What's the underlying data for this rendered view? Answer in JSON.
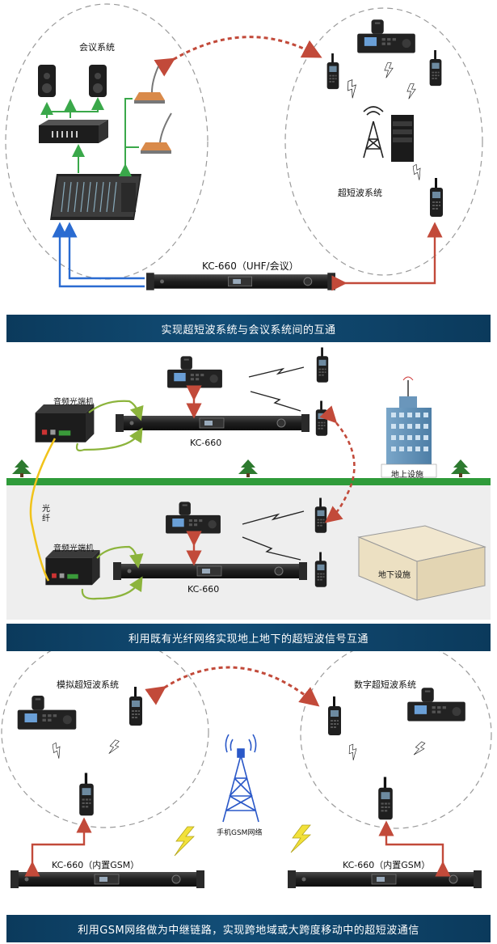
{
  "section1": {
    "meeting_label": "会议系统",
    "vhf_label": "超短波系统",
    "device_label": "KC-660（UHF/会议）",
    "banner": "实现超短波系统与会议系统间的互通"
  },
  "section2": {
    "converter_label_top": "音频光端机",
    "converter_label_bottom": "音频光端机",
    "fiber_label": "光纤",
    "device_label_top": "KC-660",
    "device_label_bottom": "KC-660",
    "above_ground": "地上设施",
    "underground": "地下设施",
    "banner": "利用既有光纤网络实现地上地下的超短波信号互通"
  },
  "section3": {
    "analog_label": "模拟超短波系统",
    "digital_label": "数字超短波系统",
    "gsm_label": "手机GSM网络",
    "device_left": "KC-660（内置GSM）",
    "device_right": "KC-660（内置GSM）",
    "banner": "利用GSM网络做为中继链路，实现跨地域或大跨度移动中的超短波通信"
  },
  "colors": {
    "banner": "#0b3a5c",
    "green_link": "#3aa84a",
    "blue_link": "#2a6bd1",
    "red_link": "#c24a3a",
    "fiber": "#f1c31a",
    "olive_link": "#8cb43c",
    "ground": "#2f9b3a"
  }
}
